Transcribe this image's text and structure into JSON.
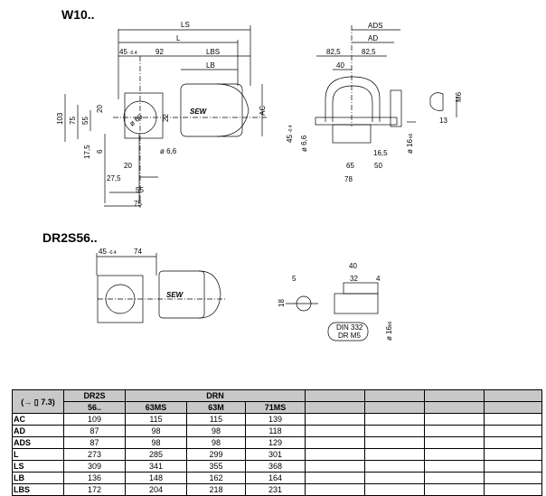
{
  "sections": {
    "w10_title": "W10..",
    "dr2s_title": "DR2S56.."
  },
  "w10_side": {
    "LS": "LS",
    "L": "L",
    "d45": "45",
    "tol": "-0.4",
    "d92": "92",
    "LBS": "LBS",
    "LB": "LB",
    "d103": "103",
    "d75": "75",
    "d55": "55",
    "d20": "20",
    "d22": "22",
    "phi60": "ø 60",
    "AC": "AC",
    "d17_5": "17,5",
    "d6": "6",
    "phi6_6": "ø 6,6",
    "b20": "20",
    "b27_5": "27,5",
    "b55": "55",
    "b75": "75",
    "brand": "SEW"
  },
  "w10_front": {
    "ADS": "ADS",
    "AD": "AD",
    "l82_5": "82,5",
    "r82_5": "82,5",
    "d40": "40",
    "d45": "45",
    "tol": "-0.4",
    "phi6_6": "ø 6,6",
    "phi16": "ø 16",
    "k6": "k6",
    "d16_5": "16,5",
    "d65": "65",
    "d50": "50",
    "d78": "78",
    "M6": "M6",
    "d13": "13"
  },
  "dr2s": {
    "d45": "45",
    "tol": "-0.4",
    "d74": "74",
    "brand": "SEW",
    "d5": "5",
    "d18": "18",
    "d40": "40",
    "d32": "32",
    "d4": "4",
    "din1": "DIN 332",
    "din2": "DR M5",
    "phi16": "ø 16",
    "k6": "k6"
  },
  "table": {
    "ref": "(→ ▯ 7.3)",
    "groups": [
      "DR2S",
      "DRN"
    ],
    "columns": [
      "56..",
      "63MS",
      "63M",
      "71MS"
    ],
    "rows": [
      {
        "label": "AC",
        "values": [
          "109",
          "115",
          "115",
          "139"
        ]
      },
      {
        "label": "AD",
        "values": [
          "87",
          "98",
          "98",
          "118"
        ]
      },
      {
        "label": "ADS",
        "values": [
          "87",
          "98",
          "98",
          "129"
        ]
      },
      {
        "label": "L",
        "values": [
          "273",
          "285",
          "299",
          "301"
        ]
      },
      {
        "label": "LS",
        "values": [
          "309",
          "341",
          "355",
          "368"
        ]
      },
      {
        "label": "LB",
        "values": [
          "136",
          "148",
          "162",
          "164"
        ]
      },
      {
        "label": "LBS",
        "values": [
          "172",
          "204",
          "218",
          "231"
        ]
      }
    ]
  }
}
